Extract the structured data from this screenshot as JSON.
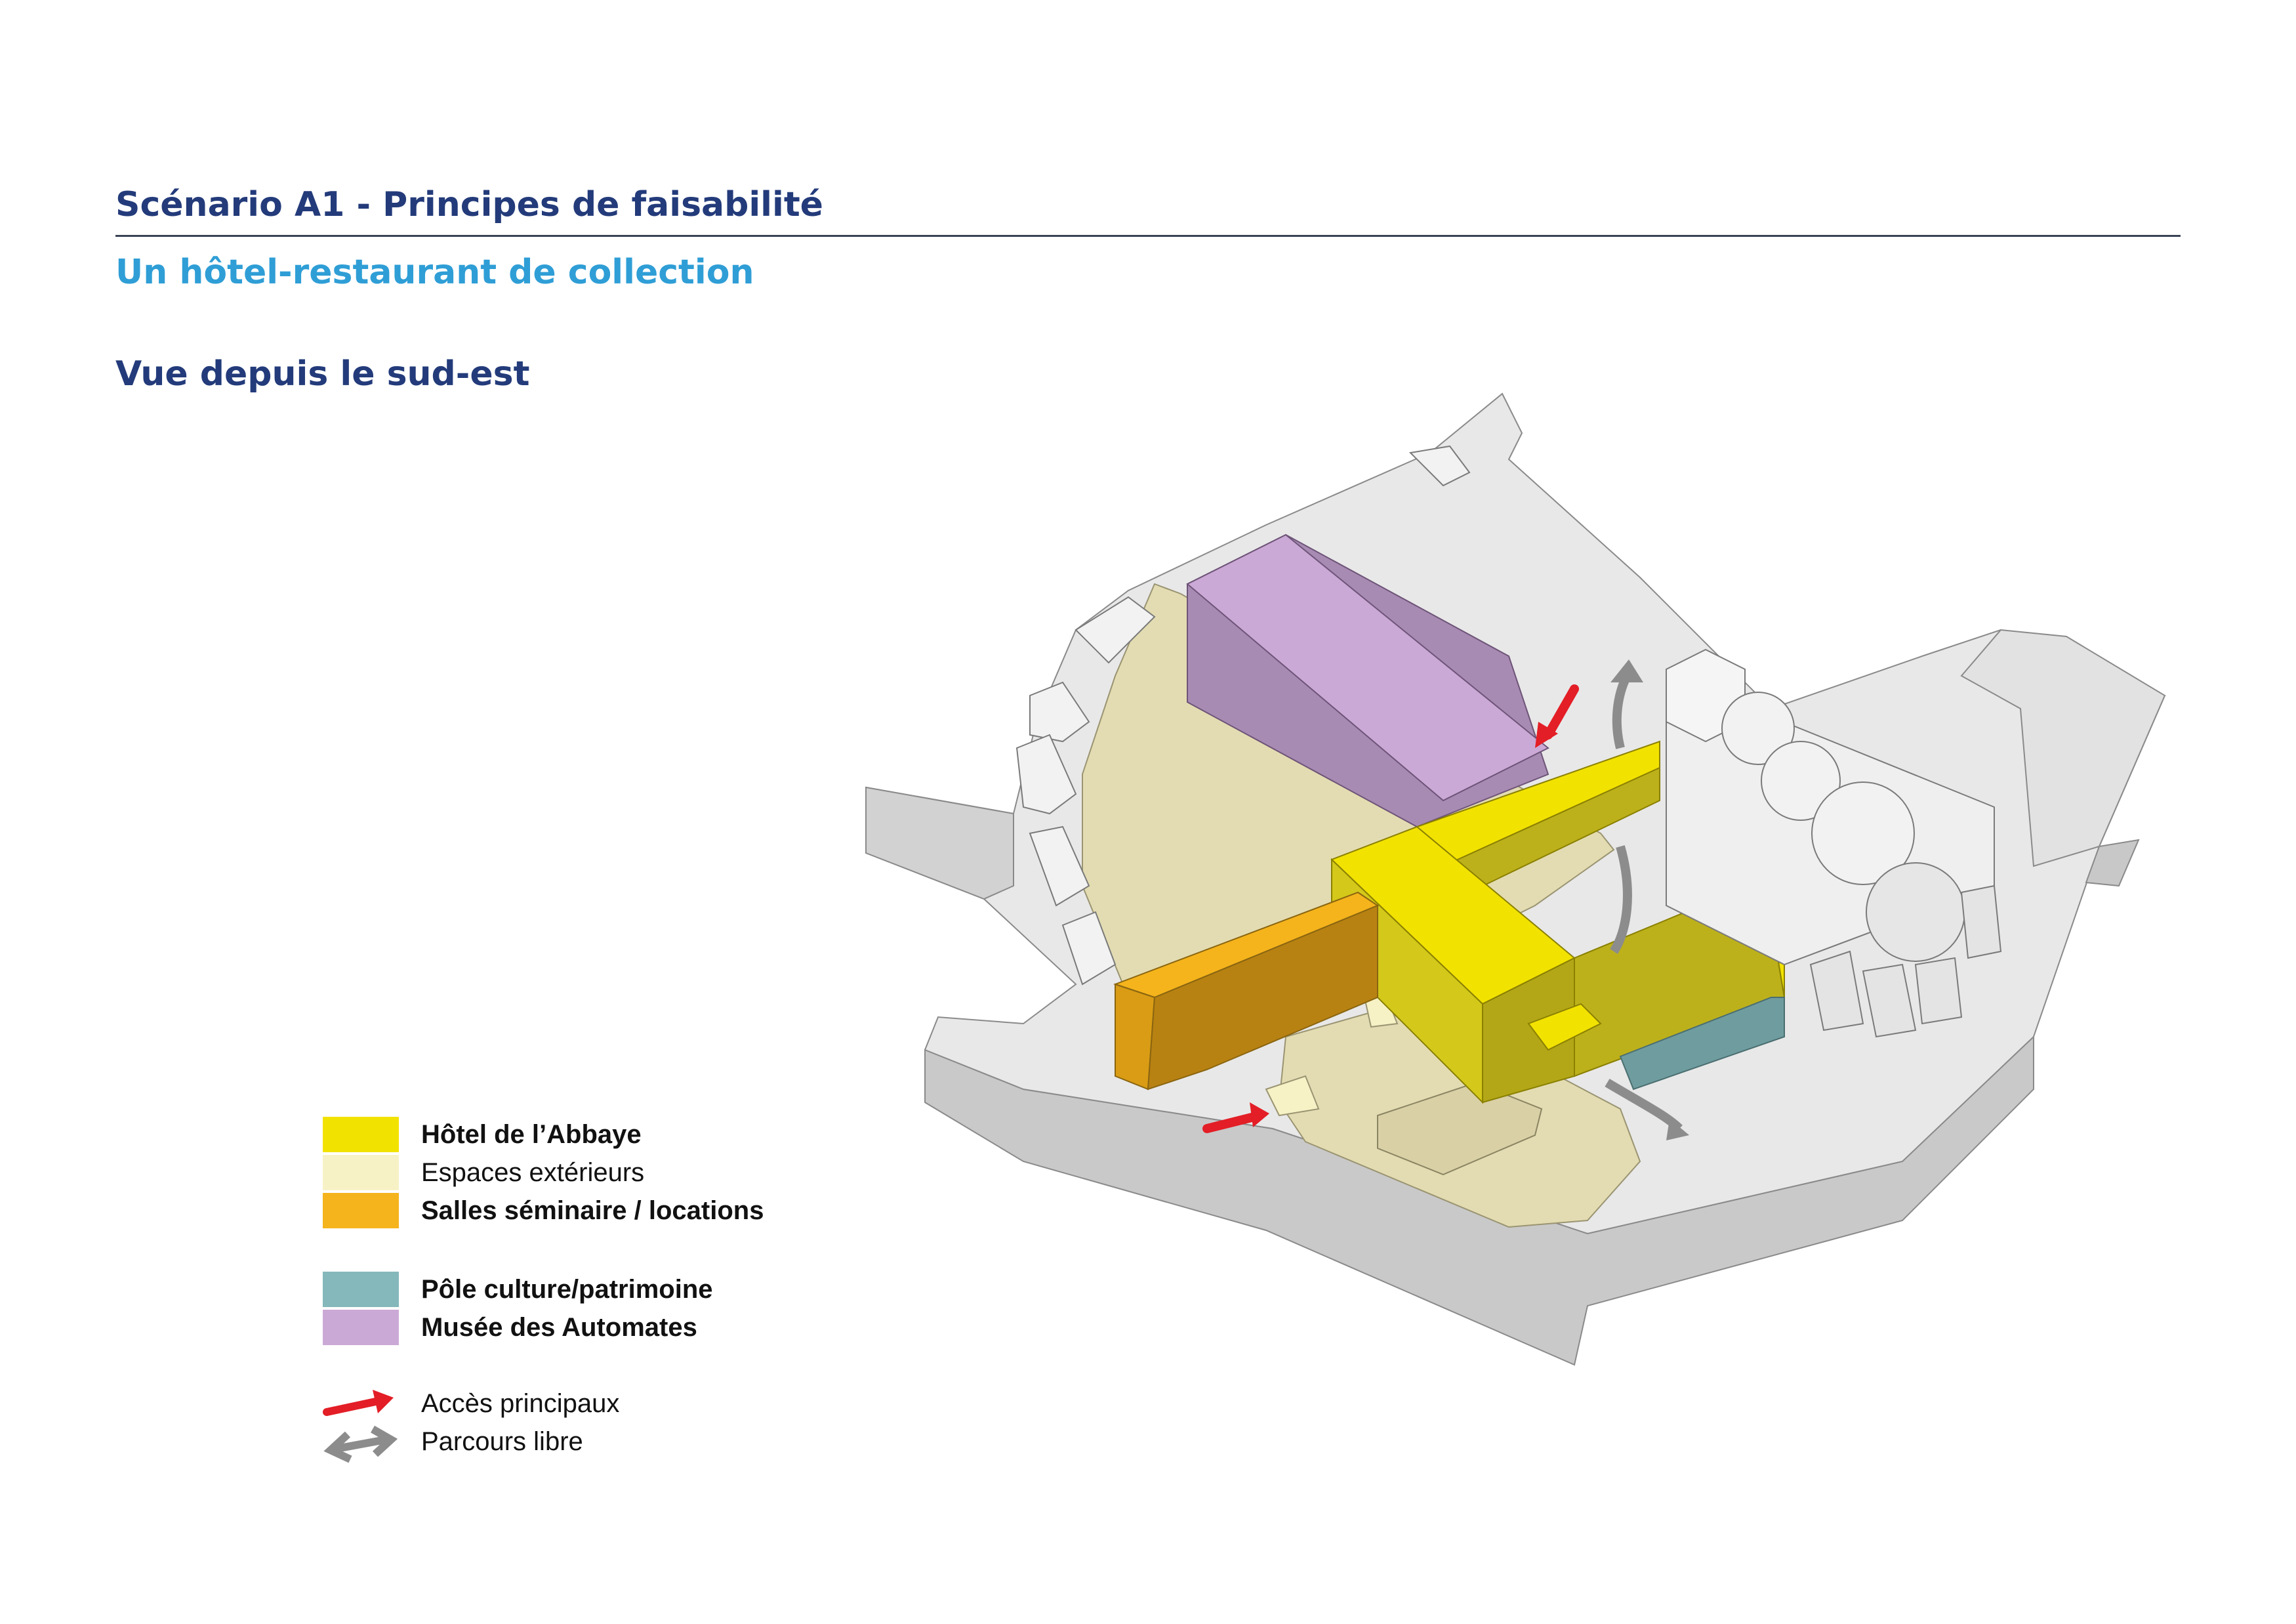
{
  "header": {
    "title": "Scénario A1 - Principes de faisabilité",
    "subtitle": "Un hôtel-restaurant de collection",
    "view_label": "Vue depuis le sud-est"
  },
  "colors": {
    "hotel": "#f2e200",
    "exterieurs": "#f7f2c6",
    "salles": "#f5b41c",
    "culture": "#85b8bb",
    "musee": "#cba9d6",
    "acces": "#e31e26",
    "parcours": "#8c8c8c"
  },
  "legend": {
    "items": [
      {
        "label": "Hôtel de l’Abbaye",
        "color": "#f2e200",
        "bold": true
      },
      {
        "label": "Espaces extérieurs",
        "color": "#f7f2c6",
        "bold": false
      },
      {
        "label": "Salles séminaire / locations",
        "color": "#f5b41c",
        "bold": true
      },
      {
        "label": "Pôle culture/patrimoine",
        "color": "#85b8bb",
        "bold": true
      },
      {
        "label": "Musée des Automates",
        "color": "#cba9d6",
        "bold": true
      }
    ],
    "arrows": [
      {
        "label": "Accès principaux",
        "icon": "red-arrow-icon"
      },
      {
        "label": "Parcours libre",
        "icon": "grey-double-arrow-icon"
      }
    ]
  }
}
